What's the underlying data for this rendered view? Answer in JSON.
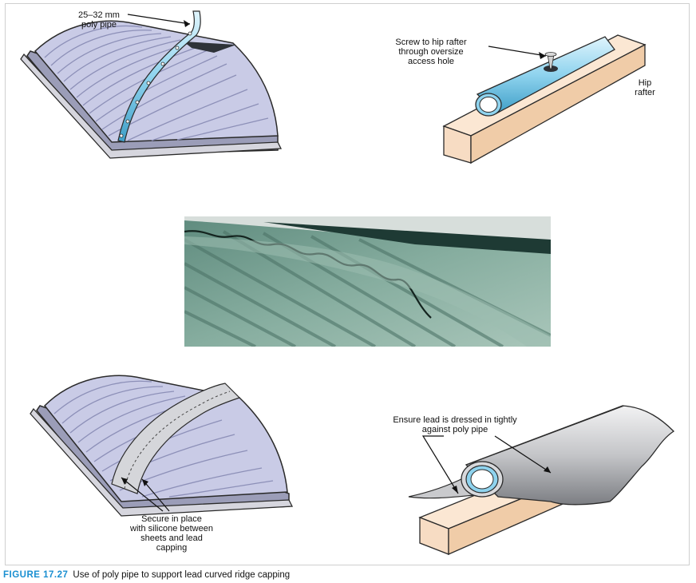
{
  "labels": {
    "poly_pipe": [
      "25–32 mm",
      "poly pipe"
    ],
    "screw": [
      "Screw to hip rafter",
      "through oversize",
      "access hole"
    ],
    "hip": [
      "Hip",
      "rafter"
    ],
    "ensure": [
      "Ensure lead is dressed in tightly",
      "against poly pipe"
    ],
    "secure": [
      "Secure in place",
      "with silicone between",
      "sheets and lead",
      "capping"
    ]
  },
  "caption": {
    "number": "FIGURE 17.27",
    "text": "Use of poly pipe to support lead curved ridge capping"
  },
  "colors": {
    "sheet": "#c9cbe6",
    "rib": "#8d90b8",
    "pipe": "#8fd3ee",
    "timber": "#f7dcc3",
    "lead": "#c4c5c8",
    "photo": "#6f9a8c",
    "accent": "#1a8fd1"
  }
}
